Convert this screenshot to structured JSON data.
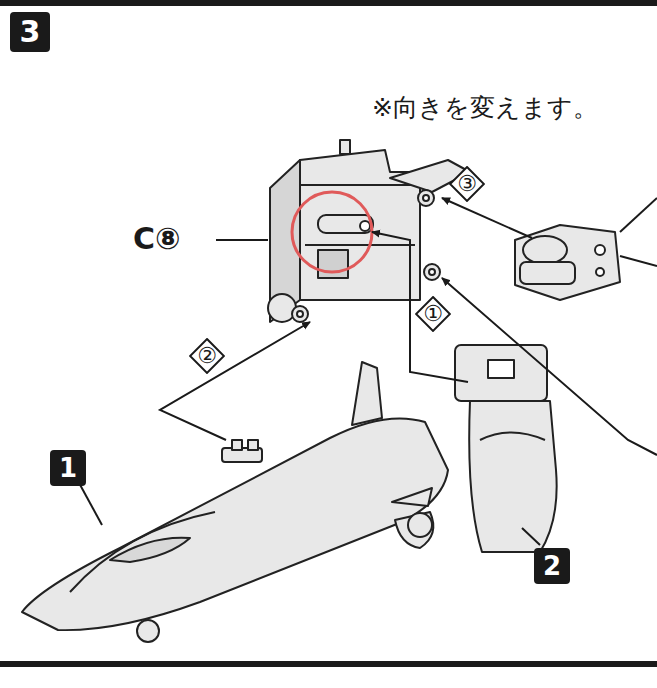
{
  "diagram": {
    "nodes": [
      {
        "text": [
          "3"
        ]
      },
      {
        "text": [
          "③"
        ]
      },
      {
        "text": [
          "②"
        ]
      },
      {
        "text": [
          "①"
        ]
      },
      {
        "text": [
          "1"
        ]
      },
      {
        "text": [
          "2"
        ]
      }
    ],
    "labels": [
      "※向きを変えます。",
      "C⑧"
    ]
  }
}
